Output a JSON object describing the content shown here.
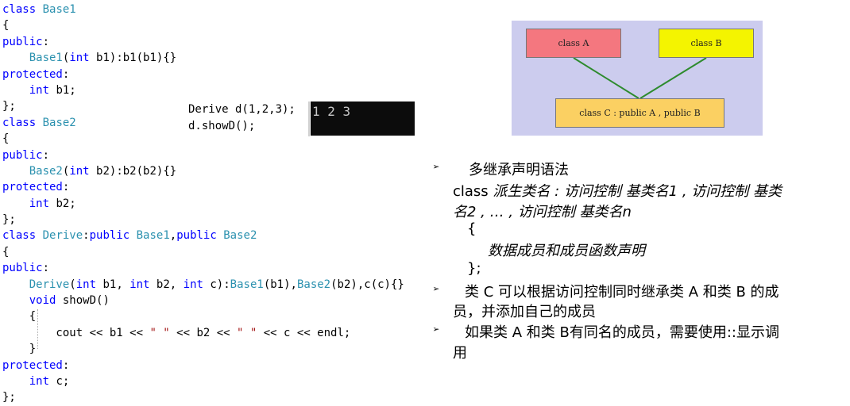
{
  "code": {
    "lines": [
      "class Base1",
      "{",
      "public:",
      "    Base1(int b1):b1(b1){}",
      "protected:",
      "    int b1;",
      "};",
      "class Base2",
      "{",
      "public:",
      "    Base2(int b2):b2(b2){}",
      "protected:",
      "    int b2;",
      "};",
      "class Derive:public Base1,public Base2",
      "{",
      "public:",
      "    Derive(int b1, int b2, int c):Base1(b1),Base2(b2),c(c){}",
      "    void showD()",
      "    {",
      "        cout << b1 << \" \" << b2 << \" \" << c << endl;",
      "    }",
      "protected:",
      "    int c;",
      "};"
    ]
  },
  "snippet": {
    "line1": "Derive d(1,2,3);",
    "line2": "d.showD();"
  },
  "console": {
    "output": "1 2 3"
  },
  "diagram": {
    "box_a": "class A",
    "box_b": "class B",
    "box_c": "class C : public A , public B",
    "colors": {
      "a": "#f4777f",
      "b": "#f4f400",
      "c": "#fbd062",
      "line": "#2e8b2e",
      "bg": "#ccccee"
    }
  },
  "notes": {
    "bullet_symbol": "➢",
    "b1_title": "多继承声明语法",
    "b1_class_kw": "class",
    "b1_syntax_a": "派生类名 : 访问控制  基类名1 , 访问控制  基类",
    "b1_syntax_b": "名2 , … , 访问控制  基类名n",
    "b1_open_brace": "{",
    "b1_body": "数据成员和成员函数声明",
    "b1_close_brace": "};",
    "b2_a": "类 C 可以根据访问控制同时继承类 A 和类 B 的成",
    "b2_b": "员，并添加自己的成员",
    "b3_a": "如果类 A 和类 B有同名的成员，需要使用::显示调",
    "b3_b": "用"
  }
}
